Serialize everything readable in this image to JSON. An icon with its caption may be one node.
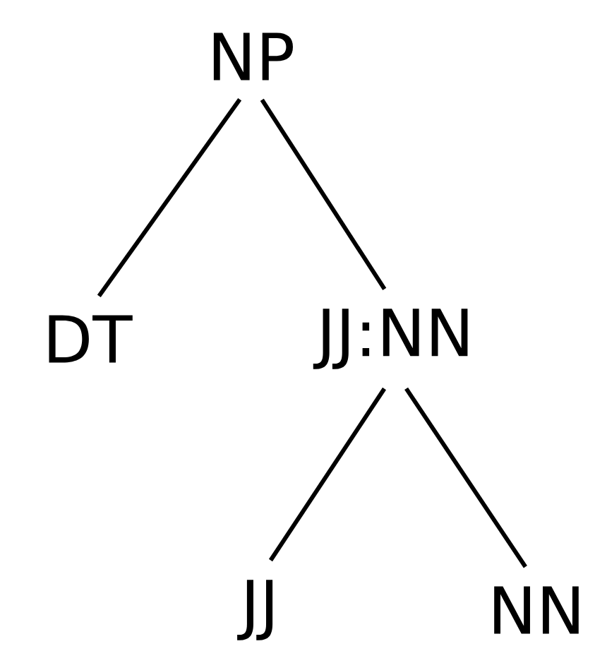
{
  "diagram": {
    "nodes": [
      {
        "text": [
          "NP"
        ]
      },
      {
        "text": [
          "DT"
        ]
      },
      {
        "text": [
          "JJ:NN"
        ]
      },
      {
        "text": [
          "JJ"
        ]
      },
      {
        "text": [
          "NN"
        ]
      }
    ],
    "edges": [
      {
        "from": 0,
        "to": 1,
        "arrow": "none"
      },
      {
        "from": 0,
        "to": 2,
        "arrow": "none"
      },
      {
        "from": 2,
        "to": 3,
        "arrow": "none"
      },
      {
        "from": 2,
        "to": 4,
        "arrow": "none"
      }
    ]
  }
}
